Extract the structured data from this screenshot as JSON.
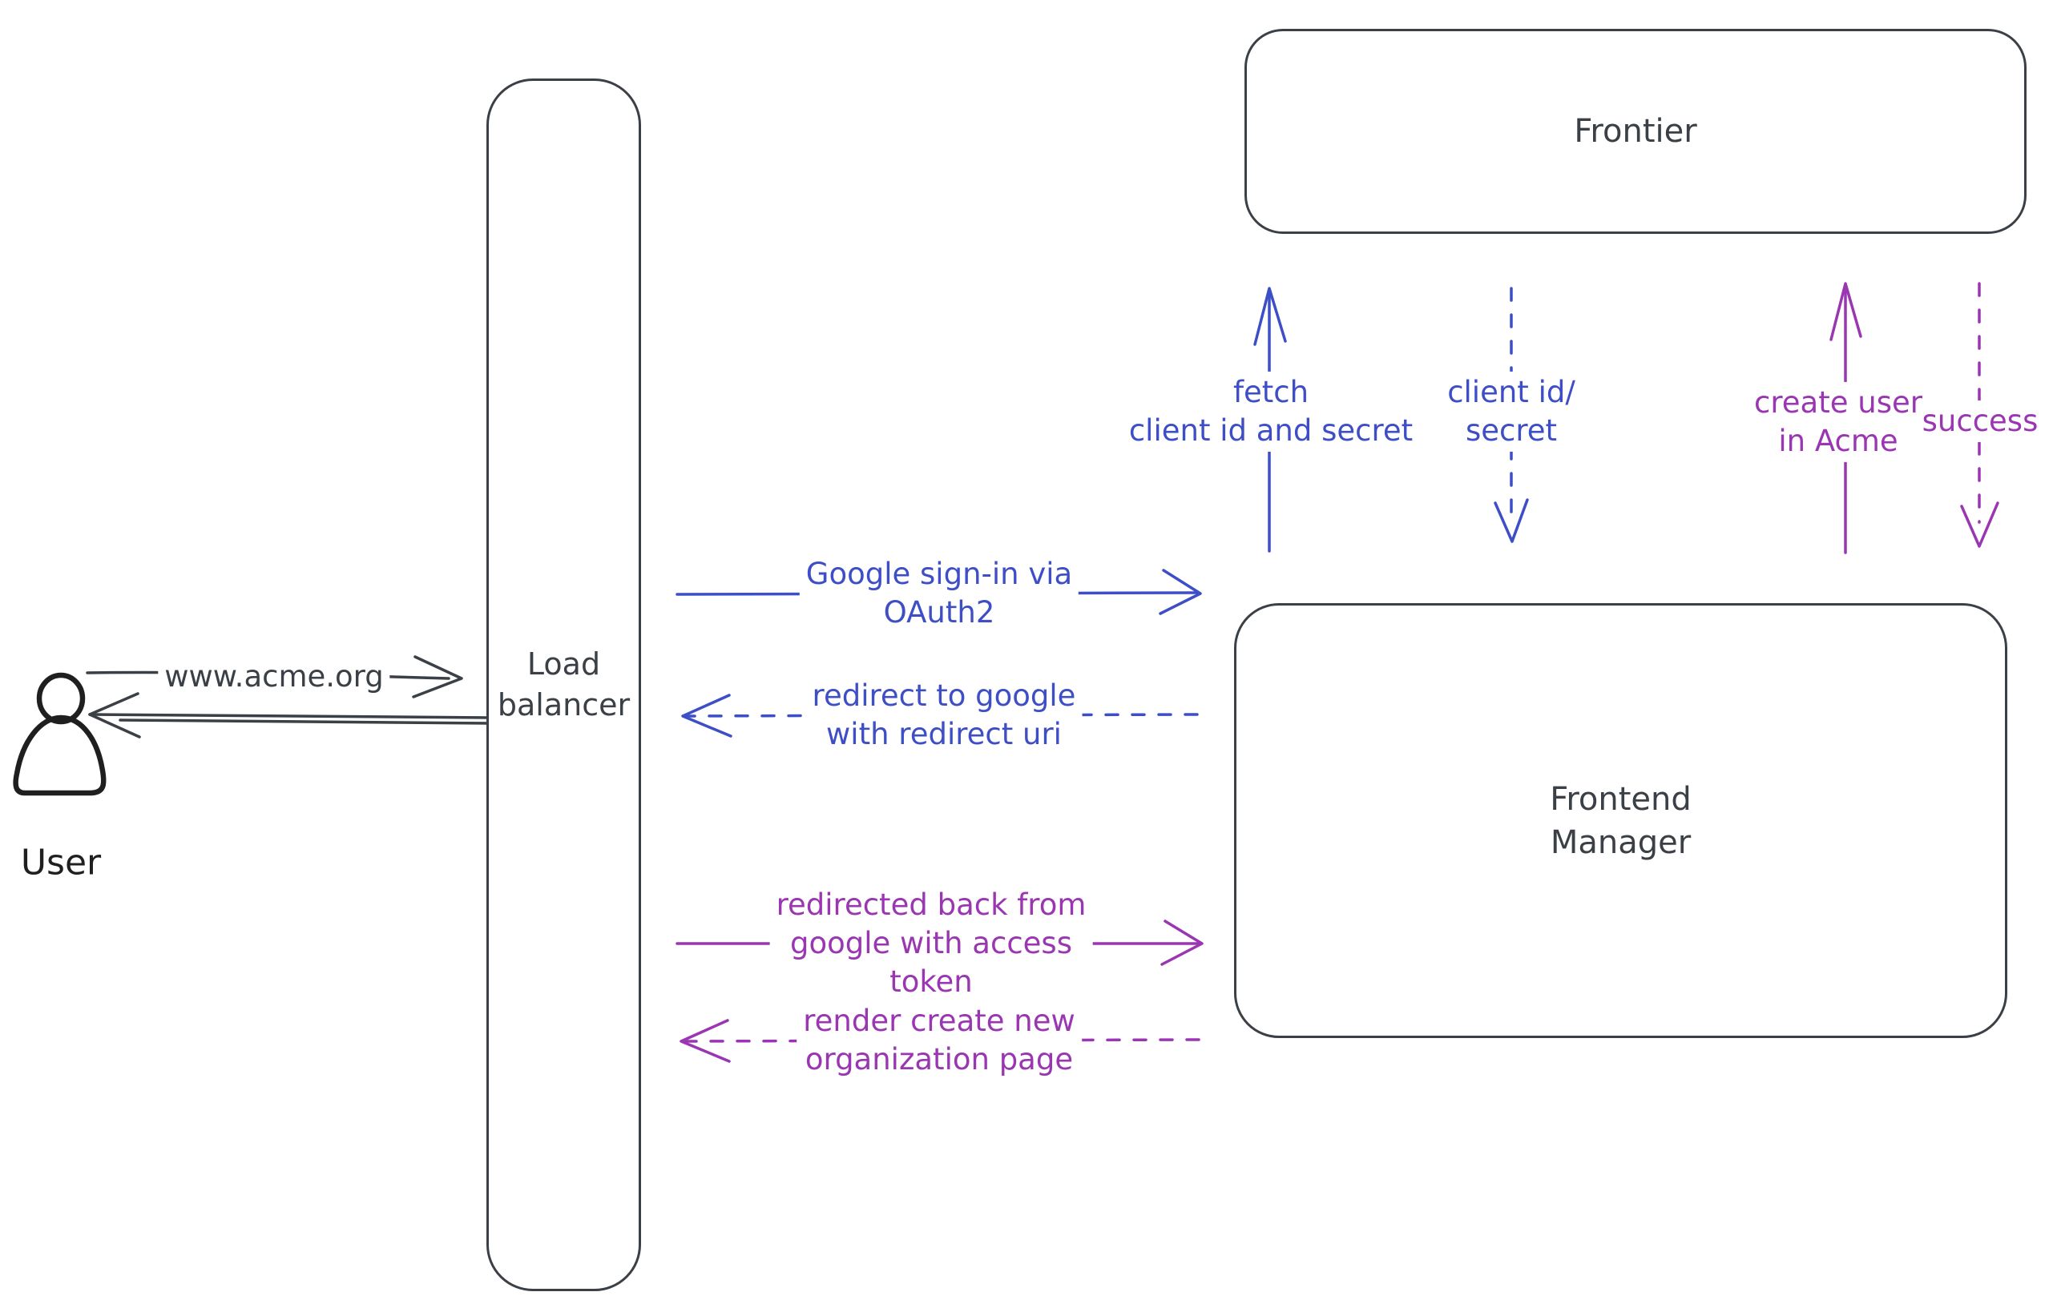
{
  "diagram": {
    "colors": {
      "background": "#ffffff",
      "ink": "#3a4046",
      "black": "#1f1f1f",
      "blue": "#3d4ec6",
      "purple": "#9a36b2",
      "hatch": "#ccd6de"
    },
    "nodes": {
      "user": {
        "label": "User"
      },
      "load_balancer": {
        "lines": [
          "Load",
          "balancer"
        ]
      },
      "frontier": {
        "label": "Frontier"
      },
      "frontend_manager": {
        "lines": [
          "Frontend",
          "Manager"
        ]
      }
    },
    "edges": {
      "www_acme": {
        "label": "www.acme.org"
      },
      "google_signin": {
        "lines": [
          "Google sign-in via",
          "OAuth2"
        ]
      },
      "redirect_google": {
        "lines": [
          "redirect to google",
          "with redirect uri"
        ]
      },
      "redirected_back": {
        "lines": [
          "redirected back from",
          "google with access",
          "token"
        ]
      },
      "render_org": {
        "lines": [
          "render create new",
          "organization page"
        ]
      },
      "fetch_client": {
        "lines": [
          "fetch",
          "client id and secret"
        ]
      },
      "client_id_secret": {
        "lines": [
          "client id/",
          "secret"
        ]
      },
      "create_user": {
        "lines": [
          "create user",
          "in Acme"
        ]
      },
      "success": {
        "label": "success"
      }
    }
  }
}
